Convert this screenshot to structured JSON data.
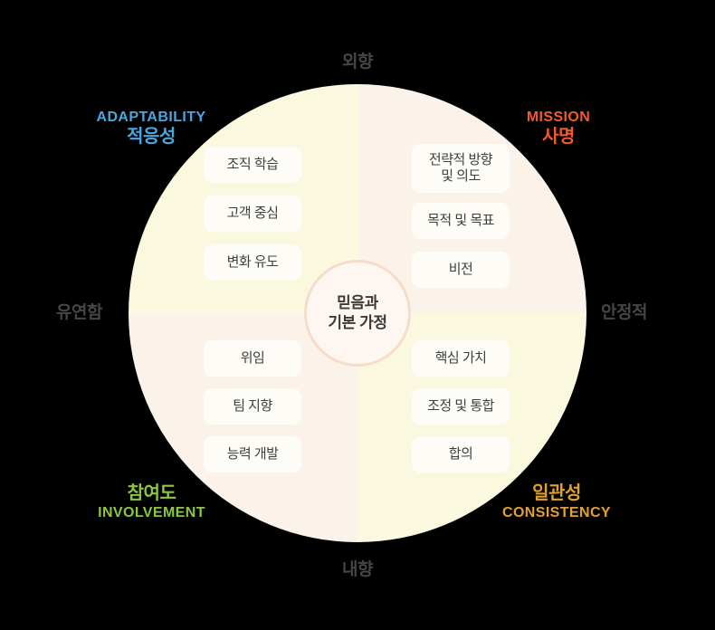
{
  "diagram": {
    "center": {
      "line1": "믿음과",
      "line2": "기본 가정"
    },
    "axes": {
      "top": "외향",
      "bottom": "내향",
      "left": "유연함",
      "right": "안정적",
      "color": "#464646"
    },
    "quadrants": [
      {
        "id": "adaptability",
        "title_en": "ADAPTABILITY",
        "title_ko": "적응성",
        "color": "#49a7e0",
        "fill": "#faf8df",
        "position": "top-left",
        "items": [
          "조직 학습",
          "고객 중심",
          "변화 유도"
        ]
      },
      {
        "id": "mission",
        "title_en": "MISSION",
        "title_ko": "사명",
        "color": "#f15a29",
        "fill": "#fbf2e9",
        "position": "top-right",
        "items": [
          "전략적 방향\n및 의도",
          "목적 및 목표",
          "비전"
        ]
      },
      {
        "id": "involvement",
        "title_en": "INVOLVEMENT",
        "title_ko": "참여도",
        "color": "#8cc63f",
        "fill": "#fbf2e9",
        "position": "bottom-left",
        "items": [
          "위임",
          "팀 지향",
          "능력 개발"
        ]
      },
      {
        "id": "consistency",
        "title_en": "CONSISTENCY",
        "title_ko": "일관성",
        "color": "#e3a12c",
        "fill": "#faf8df",
        "position": "bottom-right",
        "items": [
          "핵심 가치",
          "조정 및 통합",
          "합의"
        ]
      }
    ]
  }
}
